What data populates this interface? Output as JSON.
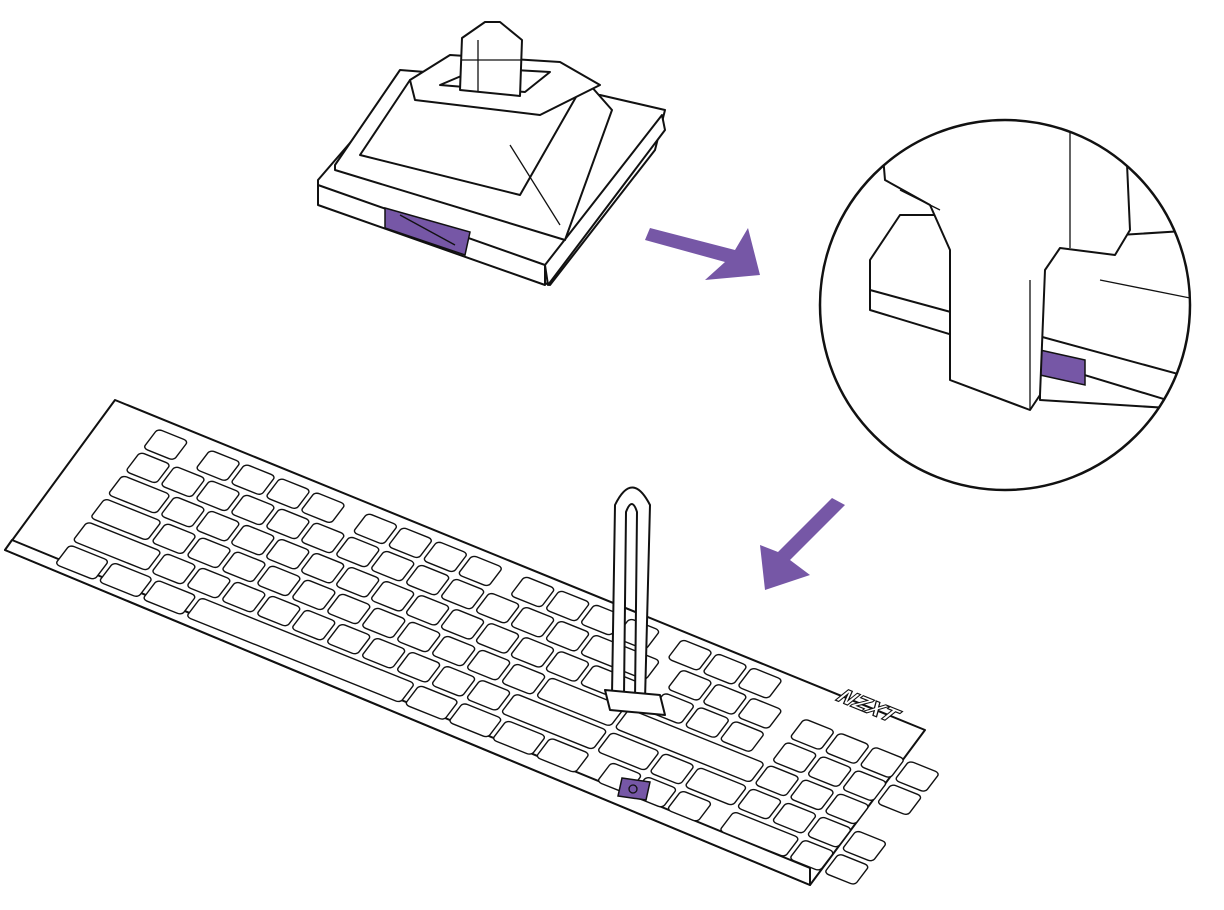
{
  "logo": {
    "text": "NZXT"
  },
  "colors": {
    "accent": "#7657a6",
    "line": "#111111",
    "background": "#ffffff"
  },
  "icons": [
    "switch",
    "arrow-right-down",
    "arrow-left-down",
    "magnifier-circle",
    "keyboard",
    "key-puller"
  ]
}
